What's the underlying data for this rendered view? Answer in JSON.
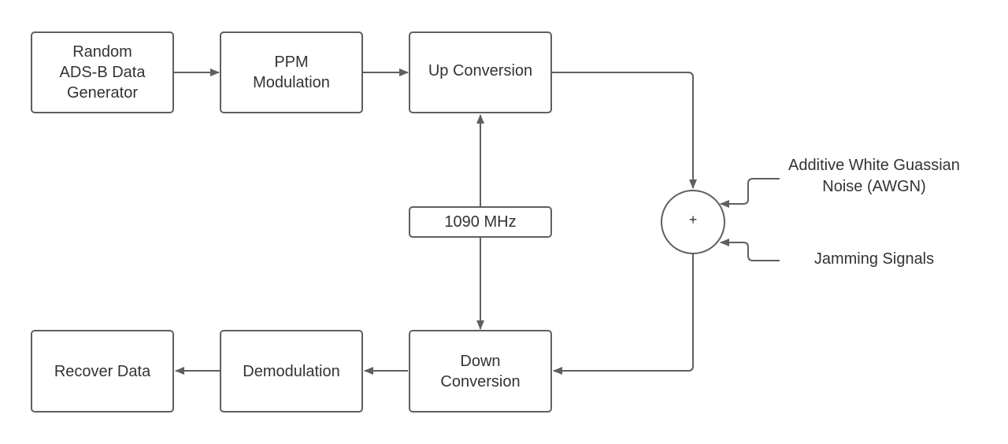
{
  "diagram": {
    "blocks": {
      "generator": "Random\nADS-B Data\nGenerator",
      "ppm_modulation": "PPM\nModulation",
      "up_conversion": "Up Conversion",
      "oscillator": "1090 MHz",
      "down_conversion": "Down\nConversion",
      "demodulation": "Demodulation",
      "recover_data": "Recover Data"
    },
    "adder_symbol": "+",
    "inputs": {
      "awgn": "Additive White Guassian\nNoise (AWGN)",
      "jamming": "Jamming Signals"
    }
  },
  "colors": {
    "stroke": "#5f5f5f",
    "text": "#333333",
    "background": "#ffffff"
  }
}
